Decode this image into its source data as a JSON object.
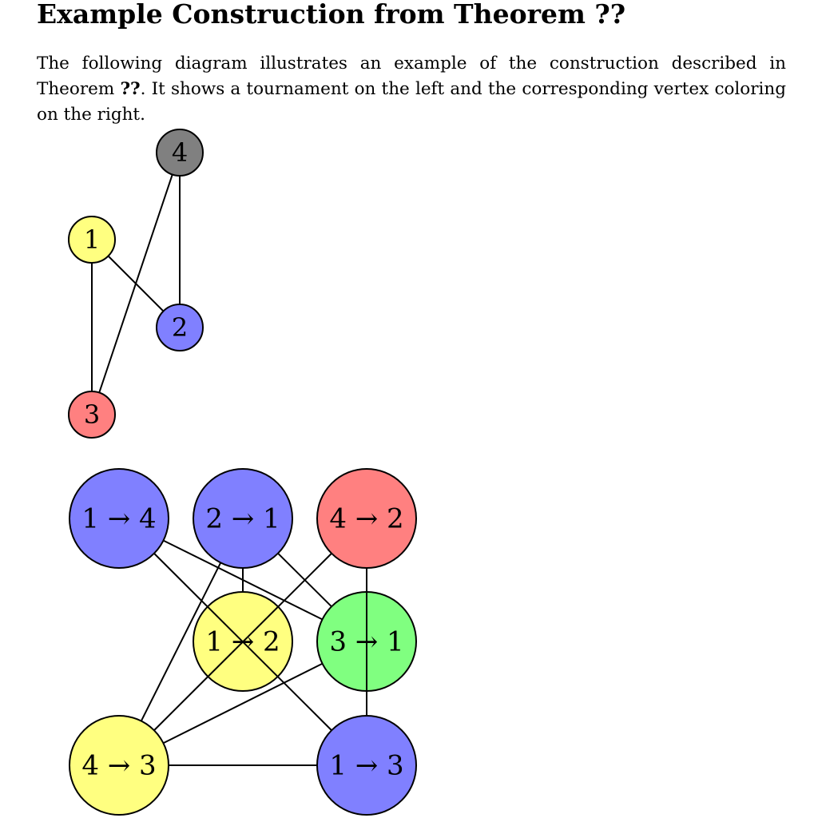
{
  "page": {
    "title": "Example Construction from Theorem ??",
    "intro": {
      "part1": "The following diagram illustrates an example of the construction described in Theorem ",
      "ref": "??",
      "part2": ". It shows a tournament on the left and the corresponding vertex coloring on the right."
    }
  },
  "tournament": {
    "nodes": [
      {
        "id": "1",
        "label": "1",
        "color": "#ffff80"
      },
      {
        "id": "2",
        "label": "2",
        "color": "#8080ff"
      },
      {
        "id": "3",
        "label": "3",
        "color": "#ff8080"
      },
      {
        "id": "4",
        "label": "4",
        "color": "#808080"
      }
    ],
    "edges": [
      [
        "1",
        "2"
      ],
      [
        "1",
        "3"
      ],
      [
        "4",
        "2"
      ],
      [
        "4",
        "3"
      ]
    ]
  },
  "coloring": {
    "nodes": [
      {
        "id": "14",
        "label": "1 → 4",
        "color": "#8080ff"
      },
      {
        "id": "21",
        "label": "2 → 1",
        "color": "#8080ff"
      },
      {
        "id": "42",
        "label": "4 → 2",
        "color": "#ff8080"
      },
      {
        "id": "12",
        "label": "1 → 2",
        "color": "#ffff80"
      },
      {
        "id": "31",
        "label": "3 → 1",
        "color": "#80ff80"
      },
      {
        "id": "43",
        "label": "4 → 3",
        "color": "#ffff80"
      },
      {
        "id": "13",
        "label": "1 → 3",
        "color": "#8080ff"
      }
    ],
    "edges": [
      [
        "14",
        "31"
      ],
      [
        "14",
        "13"
      ],
      [
        "21",
        "12"
      ],
      [
        "21",
        "31"
      ],
      [
        "21",
        "43"
      ],
      [
        "42",
        "43"
      ],
      [
        "42",
        "13"
      ],
      [
        "31",
        "43"
      ],
      [
        "43",
        "13"
      ]
    ]
  }
}
